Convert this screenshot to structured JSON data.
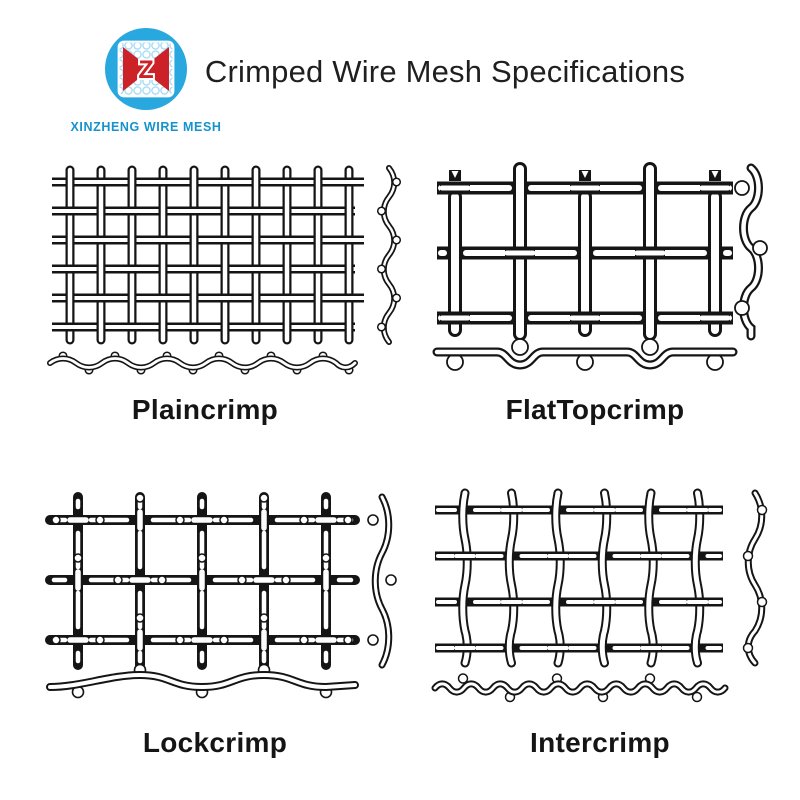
{
  "title": "Crimped Wire Mesh Specifications",
  "brand": {
    "name": "XINZHENG WIRE MESH",
    "monogram": "Z"
  },
  "colors": {
    "brand_blue": "#29a7df",
    "brand_blue_text": "#1593cc",
    "brand_red": "#cc2127",
    "mesh_pattern_blue": "#aadcf5",
    "ink": "#151515"
  },
  "figures": [
    {
      "id": "plaincrimp",
      "label": "Plaincrimp",
      "mesh_type": "plain",
      "grid": {
        "columns": 10,
        "rows": 6
      }
    },
    {
      "id": "flattopcrimp",
      "label": "FlatTopcrimp",
      "mesh_type": "flattop",
      "grid": {
        "columns": 5,
        "rows": 3
      }
    },
    {
      "id": "lockcrimp",
      "label": "Lockcrimp",
      "mesh_type": "lock",
      "grid": {
        "columns": 5,
        "rows": 3
      }
    },
    {
      "id": "intercrimp",
      "label": "Intercrimp",
      "mesh_type": "inter",
      "grid": {
        "columns": 6,
        "rows": 4
      }
    }
  ]
}
